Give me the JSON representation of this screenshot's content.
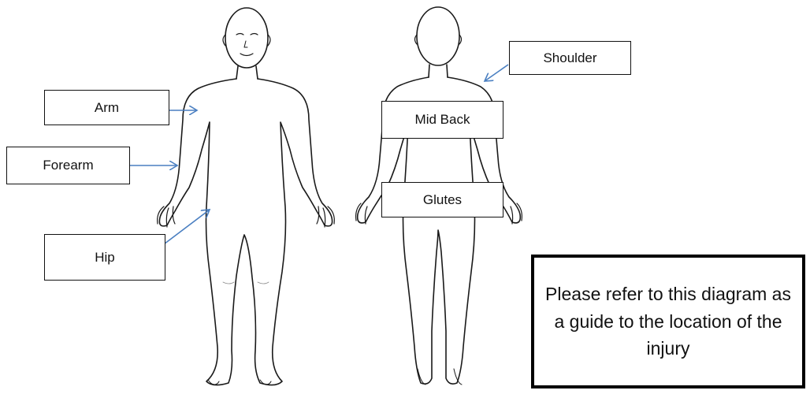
{
  "labels": {
    "arm": "Arm",
    "forearm": "Forearm",
    "hip": "Hip",
    "shoulder": "Shoulder",
    "mid_back": "Mid Back",
    "glutes": "Glutes"
  },
  "note": {
    "text": "Please refer to this diagram as a guide to the location of the injury"
  },
  "colors": {
    "arrow": "#4a7fc1",
    "outline": "#1a1a1a"
  }
}
